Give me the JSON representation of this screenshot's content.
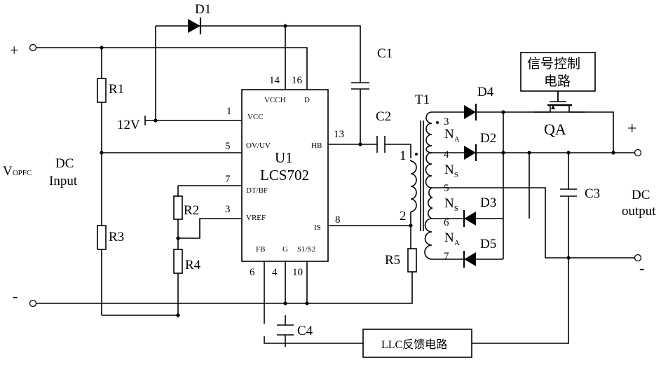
{
  "input": {
    "plus": "+",
    "minus": "-",
    "vopfc_main": "V",
    "vopfc_sub": "OPFC",
    "dc": "DC",
    "input": "Input",
    "supply": "12V"
  },
  "output": {
    "plus": "+",
    "minus": "-",
    "dc": "DC",
    "output": "output"
  },
  "ic": {
    "designator": "U1",
    "part": "LCS702",
    "pins": {
      "vcch": "VCCH",
      "d": "D",
      "vcc": "VCC",
      "ovuv": "OV/UV",
      "hb": "HB",
      "dtbf": "DT/BF",
      "vref": "VREF",
      "is": "IS",
      "fb": "FB",
      "g": "G",
      "s1s2": "S1/S2"
    },
    "pin_numbers": {
      "vcch": "14",
      "d": "16",
      "vcc": "1",
      "ovuv": "5",
      "hb": "13",
      "dtbf": "7",
      "vref": "3",
      "is": "8",
      "fb": "6",
      "g": "4",
      "s1s2": "10"
    }
  },
  "components": {
    "d1": "D1",
    "d2": "D2",
    "d3": "D3",
    "d4": "D4",
    "d5": "D5",
    "c1": "C1",
    "c2": "C2",
    "c3": "C3",
    "c4": "C4",
    "r1": "R1",
    "r2": "R2",
    "r3": "R3",
    "r4": "R4",
    "r5": "R5",
    "t1": "T1",
    "qa": "QA"
  },
  "transformer": {
    "p1": "1",
    "p2": "2",
    "p3": "3",
    "p4": "4",
    "p5": "5",
    "p6": "6",
    "p7": "7",
    "n": "N",
    "sub_a": "A",
    "sub_s": "S"
  },
  "blocks": {
    "signal_control_line1": "信号控制",
    "signal_control_line2": "电路",
    "llc_feedback": "LLC反馈电路"
  }
}
